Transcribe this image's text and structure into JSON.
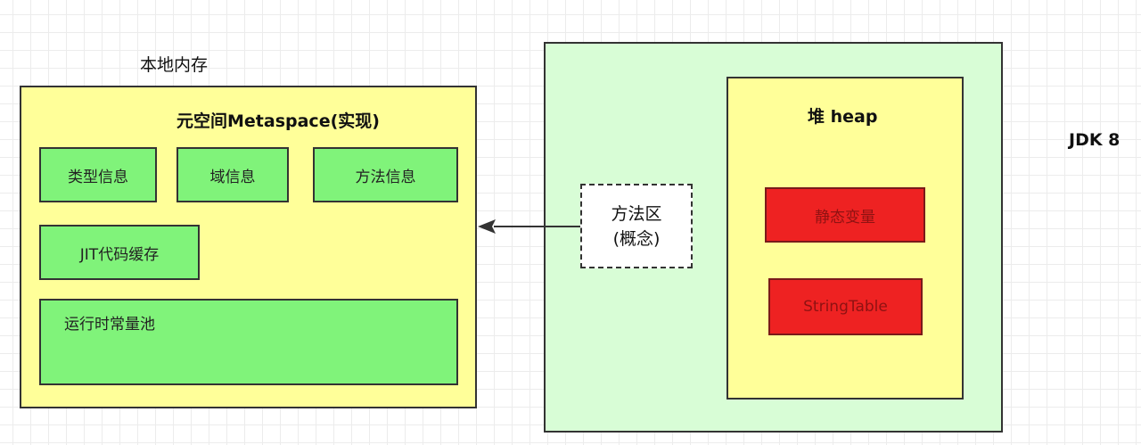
{
  "diagram": {
    "jdk_label": "JDK 8",
    "native_memory": {
      "title": "本地内存",
      "metaspace_title": "元空间Metaspace(实现)",
      "boxes": {
        "type_info": "类型信息",
        "field_info": "域信息",
        "method_info": "方法信息",
        "jit_cache": "JIT代码缓存",
        "runtime_constant_pool": "运行时常量池"
      }
    },
    "method_area": {
      "line1": "方法区",
      "line2": "(概念)"
    },
    "heap": {
      "title": "堆 heap",
      "static_vars": "静态变量",
      "string_table": "StringTable"
    },
    "colors": {
      "native_bg": "#ffff99",
      "jdk_bg": "#d8fdd6",
      "box_green": "#80f37a",
      "box_red": "#ee2222",
      "arrow": "#333333"
    }
  }
}
